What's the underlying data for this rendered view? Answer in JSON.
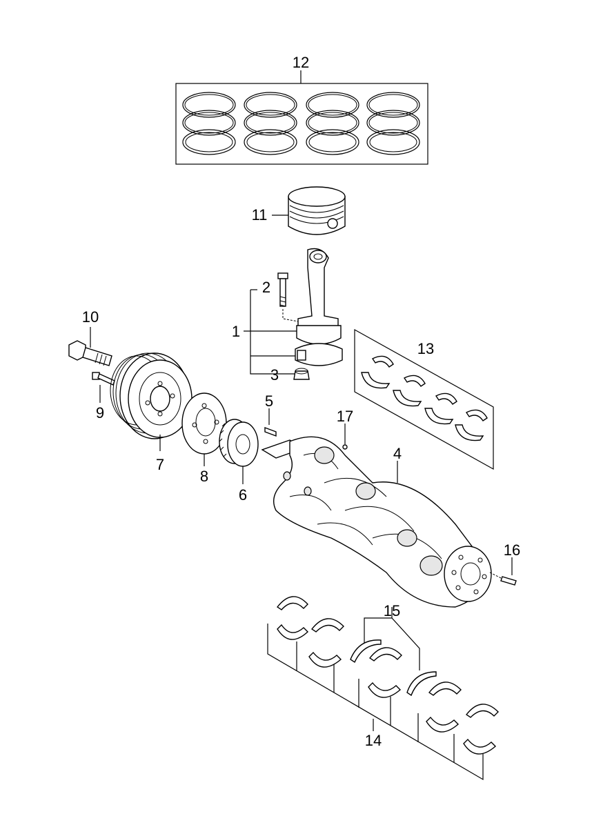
{
  "diagram": {
    "type": "exploded-parts-view",
    "callouts": {
      "p1": "1",
      "p2": "2",
      "p3": "3",
      "p4": "4",
      "p5": "5",
      "p6": "6",
      "p7": "7",
      "p8": "8",
      "p9": "9",
      "p10": "10",
      "p11": "11",
      "p12": "12",
      "p13": "13",
      "p14": "14",
      "p15": "15",
      "p16": "16",
      "p17": "17"
    }
  }
}
